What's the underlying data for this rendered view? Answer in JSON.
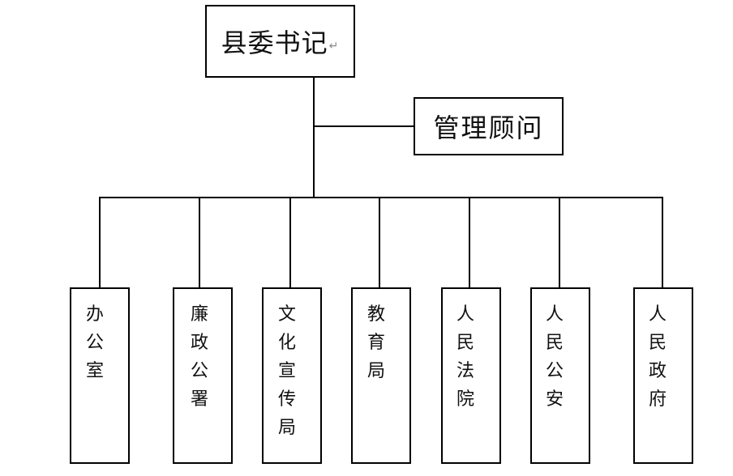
{
  "root": {
    "label": "县委书记",
    "mark": "↵"
  },
  "advisor": {
    "label": "管理顾问"
  },
  "departments": [
    {
      "label": "办公室"
    },
    {
      "label": "廉政公署"
    },
    {
      "label": "文化宣传局"
    },
    {
      "label": "教育局"
    },
    {
      "label": "人民法院"
    },
    {
      "label": "人民公安"
    },
    {
      "label": "人民政府"
    }
  ]
}
